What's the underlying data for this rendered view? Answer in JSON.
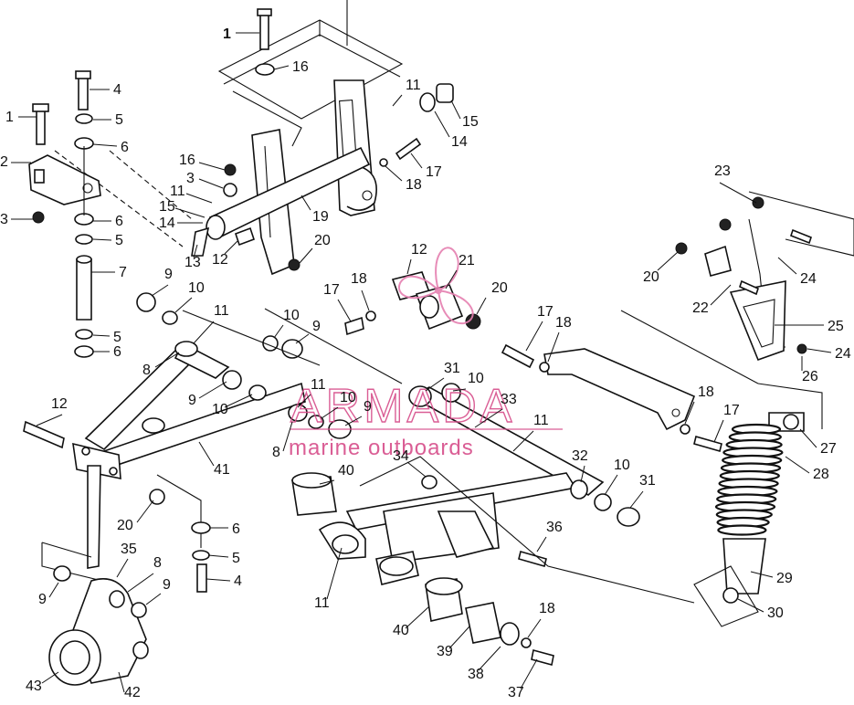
{
  "watermark": {
    "brand": "ARMADA",
    "tagline": "marine outboards",
    "color": "#d64d8a"
  },
  "callouts": [
    {
      "id": "c1a",
      "label": "1",
      "bold": true
    },
    {
      "id": "c16a",
      "label": "16"
    },
    {
      "id": "c4",
      "label": "4"
    },
    {
      "id": "c1b",
      "label": "1"
    },
    {
      "id": "c5a",
      "label": "5"
    },
    {
      "id": "c6a",
      "label": "6"
    },
    {
      "id": "c2",
      "label": "2"
    },
    {
      "id": "c3a",
      "label": "3"
    },
    {
      "id": "c6b",
      "label": "6"
    },
    {
      "id": "c5b",
      "label": "5"
    },
    {
      "id": "c7",
      "label": "7"
    },
    {
      "id": "c5c",
      "label": "5"
    },
    {
      "id": "c6c",
      "label": "6"
    },
    {
      "id": "c16b",
      "label": "16"
    },
    {
      "id": "c3b",
      "label": "3"
    },
    {
      "id": "c11a",
      "label": "11"
    },
    {
      "id": "c15a",
      "label": "15"
    },
    {
      "id": "c14a",
      "label": "14"
    },
    {
      "id": "c13",
      "label": "13"
    },
    {
      "id": "c12a",
      "label": "12"
    },
    {
      "id": "c19",
      "label": "19"
    },
    {
      "id": "c20a",
      "label": "20"
    },
    {
      "id": "c11b",
      "label": "11"
    },
    {
      "id": "c15b",
      "label": "15"
    },
    {
      "id": "c14b",
      "label": "14"
    },
    {
      "id": "c17a",
      "label": "17"
    },
    {
      "id": "c18a",
      "label": "18"
    },
    {
      "id": "c23",
      "label": "23"
    },
    {
      "id": "c20b",
      "label": "20"
    },
    {
      "id": "c24a",
      "label": "24"
    },
    {
      "id": "c22",
      "label": "22"
    },
    {
      "id": "c25",
      "label": "25"
    },
    {
      "id": "c24b",
      "label": "24"
    },
    {
      "id": "c26",
      "label": "26"
    },
    {
      "id": "c12b",
      "label": "12"
    },
    {
      "id": "c21",
      "label": "21"
    },
    {
      "id": "c20c",
      "label": "20"
    },
    {
      "id": "c17b",
      "label": "17"
    },
    {
      "id": "c18b",
      "label": "18"
    },
    {
      "id": "c9a",
      "label": "9"
    },
    {
      "id": "c10a",
      "label": "10"
    },
    {
      "id": "c11c",
      "label": "11"
    },
    {
      "id": "c10b",
      "label": "10"
    },
    {
      "id": "c9b",
      "label": "9"
    },
    {
      "id": "c8a",
      "label": "8"
    },
    {
      "id": "c17c",
      "label": "17"
    },
    {
      "id": "c18c",
      "label": "18"
    },
    {
      "id": "c9c",
      "label": "9"
    },
    {
      "id": "c10c",
      "label": "10"
    },
    {
      "id": "c11d",
      "label": "11"
    },
    {
      "id": "c10d",
      "label": "10"
    },
    {
      "id": "c9d",
      "label": "9"
    },
    {
      "id": "c31a",
      "label": "31"
    },
    {
      "id": "c10e",
      "label": "10"
    },
    {
      "id": "c33",
      "label": "33"
    },
    {
      "id": "c18d",
      "label": "18"
    },
    {
      "id": "c17d",
      "label": "17"
    },
    {
      "id": "c12c",
      "label": "12"
    },
    {
      "id": "c8b",
      "label": "8"
    },
    {
      "id": "c11e",
      "label": "11"
    },
    {
      "id": "c41",
      "label": "41"
    },
    {
      "id": "c27",
      "label": "27"
    },
    {
      "id": "c34",
      "label": "34"
    },
    {
      "id": "c32",
      "label": "32"
    },
    {
      "id": "c10f",
      "label": "10"
    },
    {
      "id": "c31b",
      "label": "31"
    },
    {
      "id": "c28",
      "label": "28"
    },
    {
      "id": "c40a",
      "label": "40"
    },
    {
      "id": "c20d",
      "label": "20"
    },
    {
      "id": "c6d",
      "label": "6"
    },
    {
      "id": "c36",
      "label": "36"
    },
    {
      "id": "c5d",
      "label": "5"
    },
    {
      "id": "c35",
      "label": "35"
    },
    {
      "id": "c8c",
      "label": "8"
    },
    {
      "id": "c4b",
      "label": "4"
    },
    {
      "id": "c9e",
      "label": "9"
    },
    {
      "id": "c29",
      "label": "29"
    },
    {
      "id": "c9f",
      "label": "9"
    },
    {
      "id": "c11f",
      "label": "11"
    },
    {
      "id": "c30",
      "label": "30"
    },
    {
      "id": "c18e",
      "label": "18"
    },
    {
      "id": "c40b",
      "label": "40"
    },
    {
      "id": "c39",
      "label": "39"
    },
    {
      "id": "c43",
      "label": "43"
    },
    {
      "id": "c42",
      "label": "42"
    },
    {
      "id": "c38",
      "label": "38"
    },
    {
      "id": "c37",
      "label": "37"
    }
  ]
}
